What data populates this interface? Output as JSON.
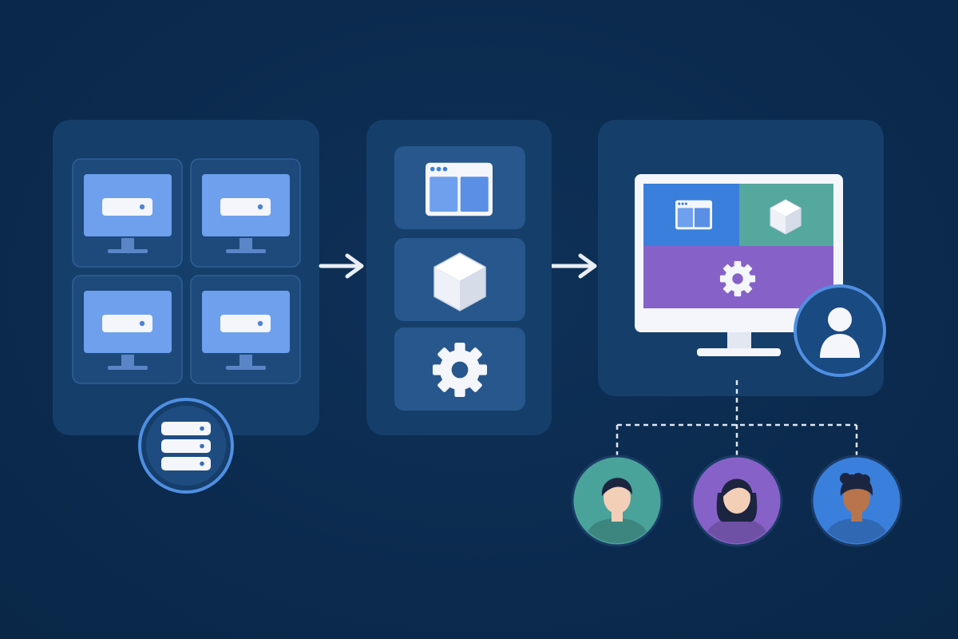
{
  "diagram": {
    "palette": {
      "background": "#0b2a4e",
      "panel": "#163e6b",
      "card": "#1d4a7b",
      "tile": "#2a5b90",
      "screen": "#6ea0ee",
      "accent_blue": "#3a7fdc",
      "accent_teal": "#54a89e",
      "accent_purple": "#8661c8",
      "ring": "#4f8fe2",
      "white": "#f4f6fb"
    },
    "stages": [
      {
        "name": "virtual-machines",
        "items": [
          "server-monitor",
          "server-monitor",
          "server-monitor",
          "server-monitor"
        ],
        "badge": "database-icon"
      },
      {
        "name": "app-components",
        "items": [
          "browser-window-icon",
          "cube-icon",
          "gear-icon"
        ]
      },
      {
        "name": "unified-desktop",
        "tiles": [
          "browser-window-icon",
          "cube-icon",
          "gear-icon"
        ],
        "badge": "user-icon"
      }
    ],
    "flow_arrows": [
      "arrow-right-icon",
      "arrow-right-icon"
    ],
    "users": [
      {
        "name": "user-teal",
        "color": "#4aa39b",
        "skin": "#f4cfb8",
        "hair": "#1c2540"
      },
      {
        "name": "user-purple",
        "color": "#8661c8",
        "skin": "#f4cfb8",
        "hair": "#1c2540"
      },
      {
        "name": "user-blue",
        "color": "#3a7fdc",
        "skin": "#b8744a",
        "hair": "#1c2540"
      }
    ]
  }
}
